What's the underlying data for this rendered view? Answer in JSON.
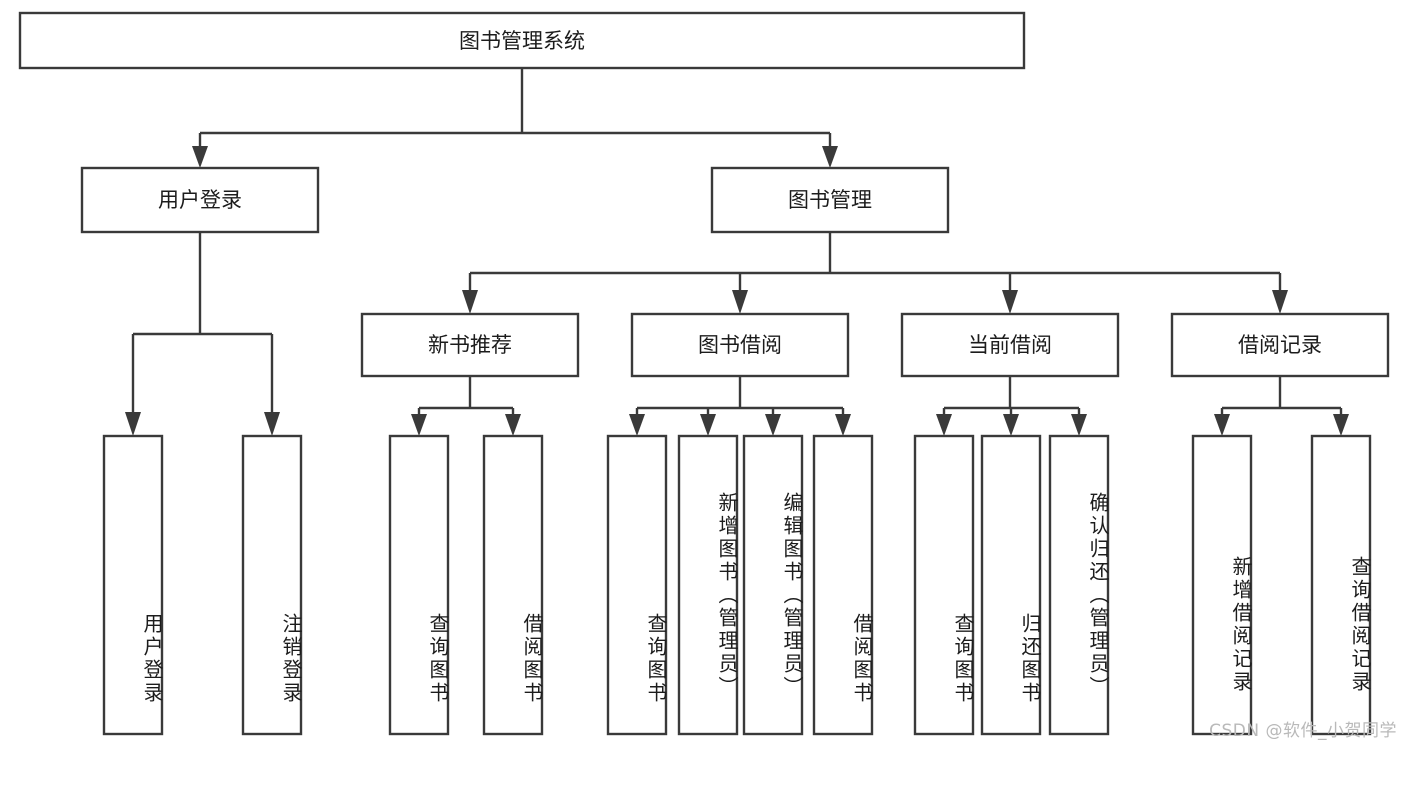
{
  "diagram": {
    "type": "tree-hierarchy",
    "orientation": "top-down",
    "background_color": "#ffffff",
    "box_stroke_color": "#3a3a3a",
    "text_color": "#1c1c1c",
    "root": {
      "label": "图书管理系统"
    },
    "level2": [
      {
        "label": "用户登录"
      },
      {
        "label": "图书管理"
      }
    ],
    "level3": [
      {
        "label": "新书推荐"
      },
      {
        "label": "图书借阅"
      },
      {
        "label": "当前借阅"
      },
      {
        "label": "借阅记录"
      }
    ],
    "leaves": {
      "user_login": [
        {
          "label": "用户登录"
        },
        {
          "label": "注销登录"
        }
      ],
      "new_book_recommend": [
        {
          "label": "查询图书"
        },
        {
          "label": "借阅图书"
        }
      ],
      "book_borrow": [
        {
          "label": "查询图书"
        },
        {
          "label": "新增图书（管理员）"
        },
        {
          "label": "编辑图书（管理员）"
        },
        {
          "label": "借阅图书"
        }
      ],
      "current_borrow": [
        {
          "label": "查询图书"
        },
        {
          "label": "归还图书"
        },
        {
          "label": "确认归还（管理员）"
        }
      ],
      "borrow_record": [
        {
          "label": "新增借阅记录"
        },
        {
          "label": "查询借阅记录"
        }
      ]
    }
  },
  "watermark": {
    "text": "CSDN @软件_小贺同学",
    "color": "#b9b9b9"
  }
}
